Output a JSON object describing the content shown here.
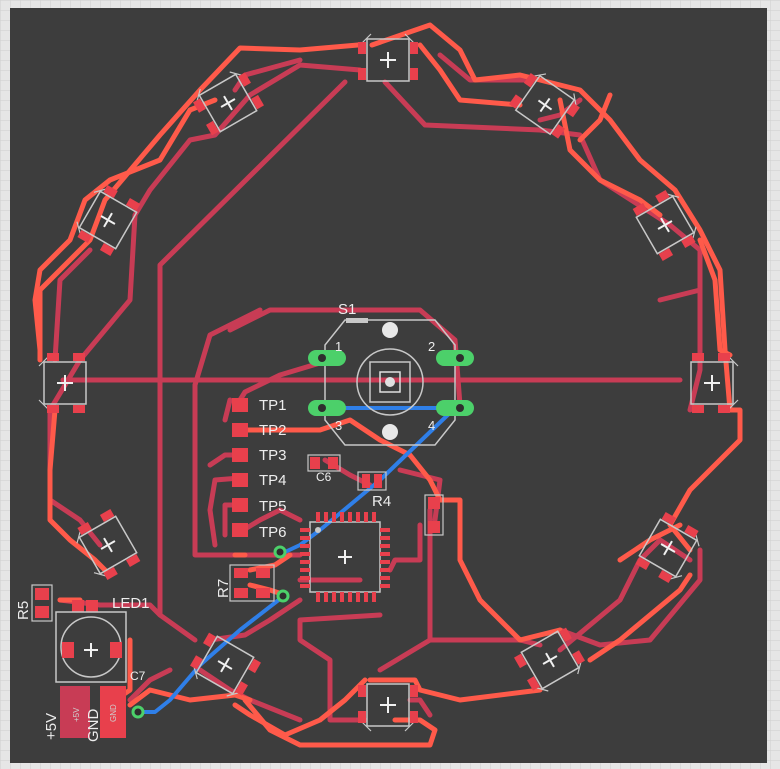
{
  "colors": {
    "board": "#3d3d3d",
    "grid": "#d0d0d0",
    "trace_top": "#ff5a4a",
    "trace_bottom": "#c83c55",
    "trace_blue": "#2f7fe8",
    "silk": "#c8c8c8",
    "pad_top": "#e8404c",
    "pad_dark": "#b03048",
    "via": "#4cd06a"
  },
  "labels": {
    "s1": "S1",
    "s1_pin1": "1",
    "s1_pin2": "2",
    "s1_pin3": "3",
    "s1_pin4": "4",
    "tp1": "TP1",
    "tp2": "TP2",
    "tp3": "TP3",
    "tp4": "TP4",
    "tp5": "TP5",
    "tp6": "TP6",
    "c6": "C6",
    "r4": "R4",
    "r7": "R7",
    "r5": "R5",
    "led1": "LED1",
    "c7": "C7",
    "plus5v": "+5V",
    "gnd": "GND",
    "gnd_small": "GND",
    "plus5v_small": "+5V"
  }
}
